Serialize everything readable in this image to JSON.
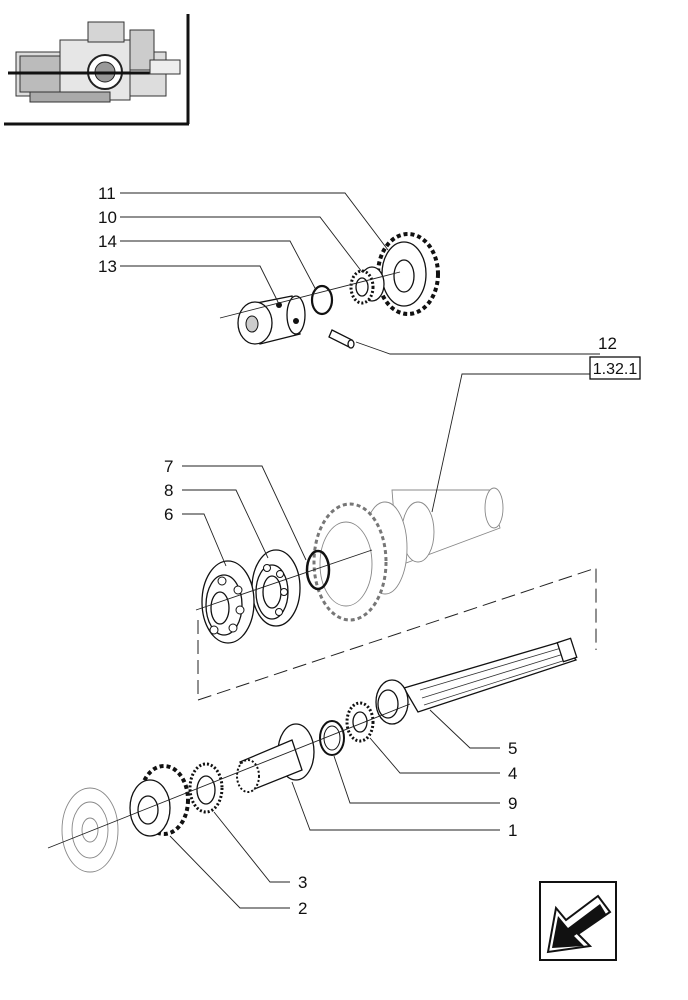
{
  "callouts": [
    "1",
    "2",
    "3",
    "4",
    "5",
    "6",
    "7",
    "8",
    "9",
    "10",
    "11",
    "12",
    "13",
    "14"
  ],
  "reference_box": "1.32.1",
  "icons": {
    "thumbnail": "transmission-assembly-thumbnail",
    "nav_arrow": "back-arrow-icon"
  }
}
